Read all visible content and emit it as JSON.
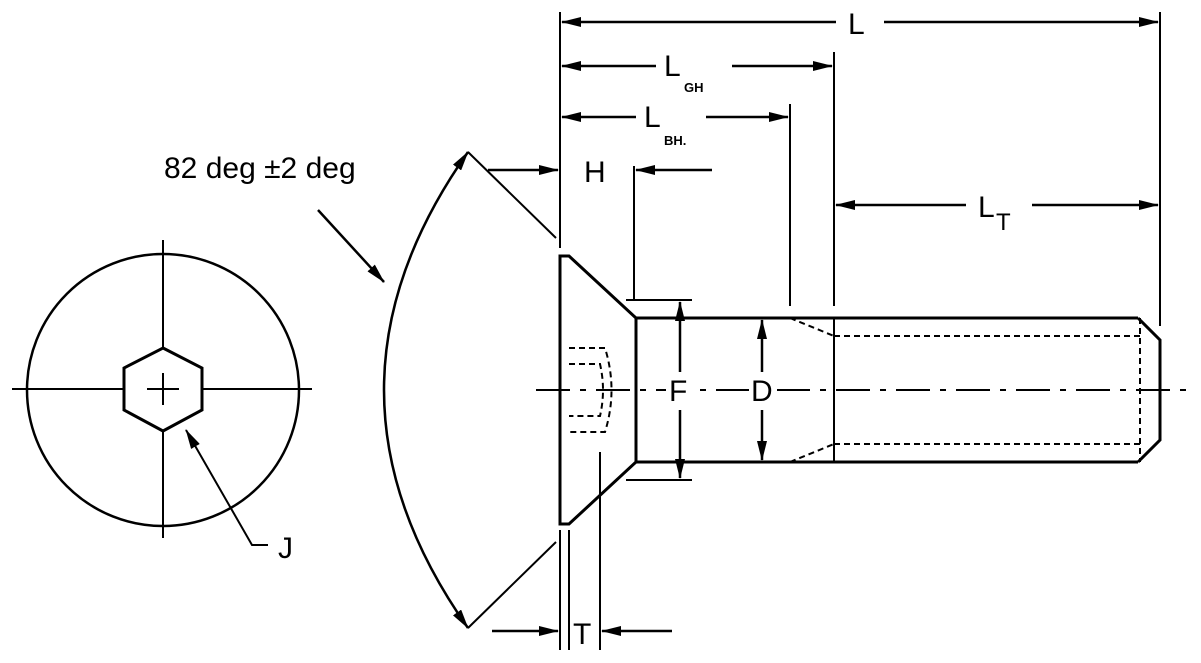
{
  "diagram": {
    "angle_label": "82 deg ±2 deg",
    "labels": {
      "L": "L",
      "LGH_main": "L",
      "LGH_sub": "GH",
      "LBH_main": "L",
      "LBH_sub": "BH.",
      "H": "H",
      "LT_main": "L",
      "LT_sub": "T",
      "F": "F",
      "D": "D",
      "J": "J",
      "T": "T"
    }
  },
  "colors": {
    "ink": "#000000",
    "background": "#ffffff"
  }
}
